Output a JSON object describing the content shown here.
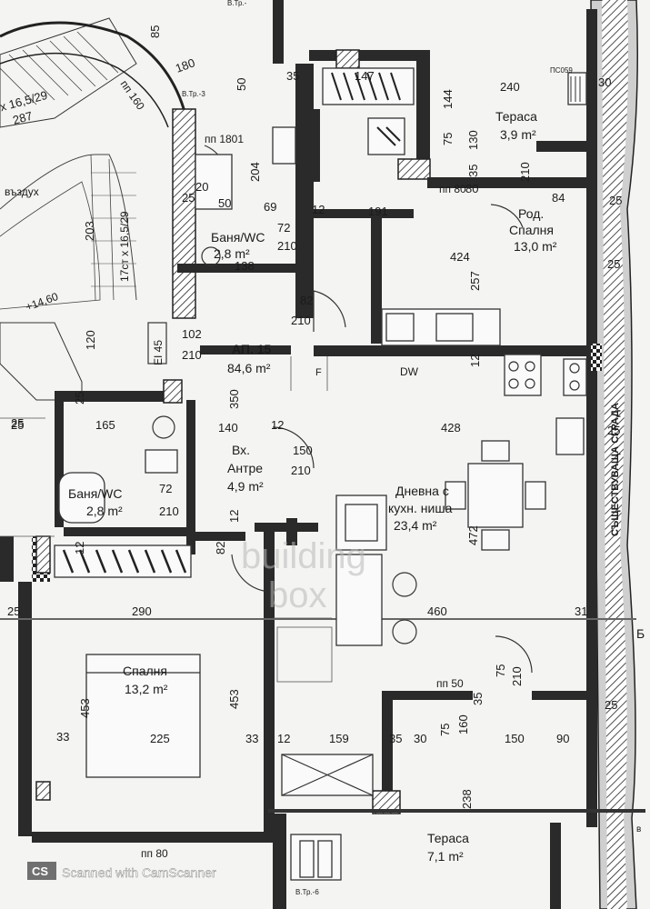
{
  "apartment": {
    "label": "АП. 15",
    "area": "84,6 m²"
  },
  "rooms": {
    "terrace_top": {
      "name": "Тераса",
      "area": "3,9 m²"
    },
    "parents_bedroom": {
      "name1": "Род.",
      "name2": "Спалня",
      "area": "13,0 m²"
    },
    "bath_top": {
      "name": "Баня/WC",
      "area": "2,8 m²"
    },
    "bath_mid": {
      "name": "Баня/WC",
      "area": "2,8 m²"
    },
    "entry": {
      "name1": "Вх.",
      "name2": "Антре",
      "area": "4,9 m²"
    },
    "living": {
      "name1": "Дневна с",
      "name2": "кухн. ниша",
      "area": "23,4 m²"
    },
    "bedroom": {
      "name": "Спалня",
      "area": "13,2 m²"
    },
    "terrace_bottom": {
      "name": "Тераса",
      "area": "7,1 m²"
    }
  },
  "labels": {
    "air": "въздух",
    "stairs_a": "x 16,5/29",
    "stairs_a2": "287",
    "stairs_b": "17ст x 16,5/29",
    "level": "+14,60",
    "fire_rating": "EI 45",
    "dw": "DW",
    "fridge": "F",
    "existing_building": "СЪЩЕСТВУВАЩА СГРАДА",
    "pp_1801": "пп 1801",
    "pp_160": "пп 160",
    "pp_50": "пп 50",
    "pp_80_top": "пп 80",
    "pp_80_bottom": "пп 80",
    "pp_top": "ПС059",
    "b_tr3": "В.Тр.-3",
    "b_tr6": "В.Тр.-6",
    "b_tr": "В.Тр.-",
    "letter_b": "Б",
    "letter_v": "в"
  },
  "dims": {
    "d85": "85",
    "d180": "180",
    "d50a": "50",
    "d35a": "35",
    "d147": "147",
    "d240": "240",
    "d30a": "30",
    "d144": "144",
    "d130": "130",
    "d75a": "75",
    "d35b": "35",
    "d80": "80",
    "d210a": "210",
    "d84": "84",
    "d25a": "25",
    "d20a": "20",
    "d204": "204",
    "d25b": "25",
    "d50b": "50",
    "d69": "69",
    "d12a": "12",
    "d191": "191",
    "d72a": "72",
    "d210b": "210",
    "d203": "203",
    "d138": "138",
    "d424": "424",
    "d257": "257",
    "d25c": "25",
    "d82a": "82",
    "d210c": "210",
    "d120": "120",
    "d102": "102",
    "d210d": "210",
    "d12b": "12",
    "d350": "350",
    "d25d": "25",
    "d165": "165",
    "d140": "140",
    "d12c": "12",
    "d428": "428",
    "d150": "150",
    "d210e": "210",
    "d25e": "25",
    "d72b": "72",
    "d210f": "210",
    "d472": "472",
    "d12d": "12",
    "d82b": "82",
    "d290": "290",
    "d460": "460",
    "d25f": "25",
    "d31": "31",
    "d453a": "453",
    "d453b": "453",
    "d33a": "33",
    "d225": "225",
    "d33b": "33",
    "d12e": "12",
    "d159": "159",
    "d35c": "35",
    "d30b": "30",
    "d75b": "75",
    "d160": "160",
    "d35d": "35",
    "d150b": "150",
    "d90": "90",
    "d75c": "75",
    "d210g": "210",
    "d238": "238",
    "d25g": "25",
    "d25h": "25",
    "d25i": "25",
    "d12f": "12"
  },
  "watermark": {
    "line1": "building",
    "line2": "box"
  },
  "scanner": {
    "text": "Scanned with CamScanner",
    "badge": "CS"
  }
}
